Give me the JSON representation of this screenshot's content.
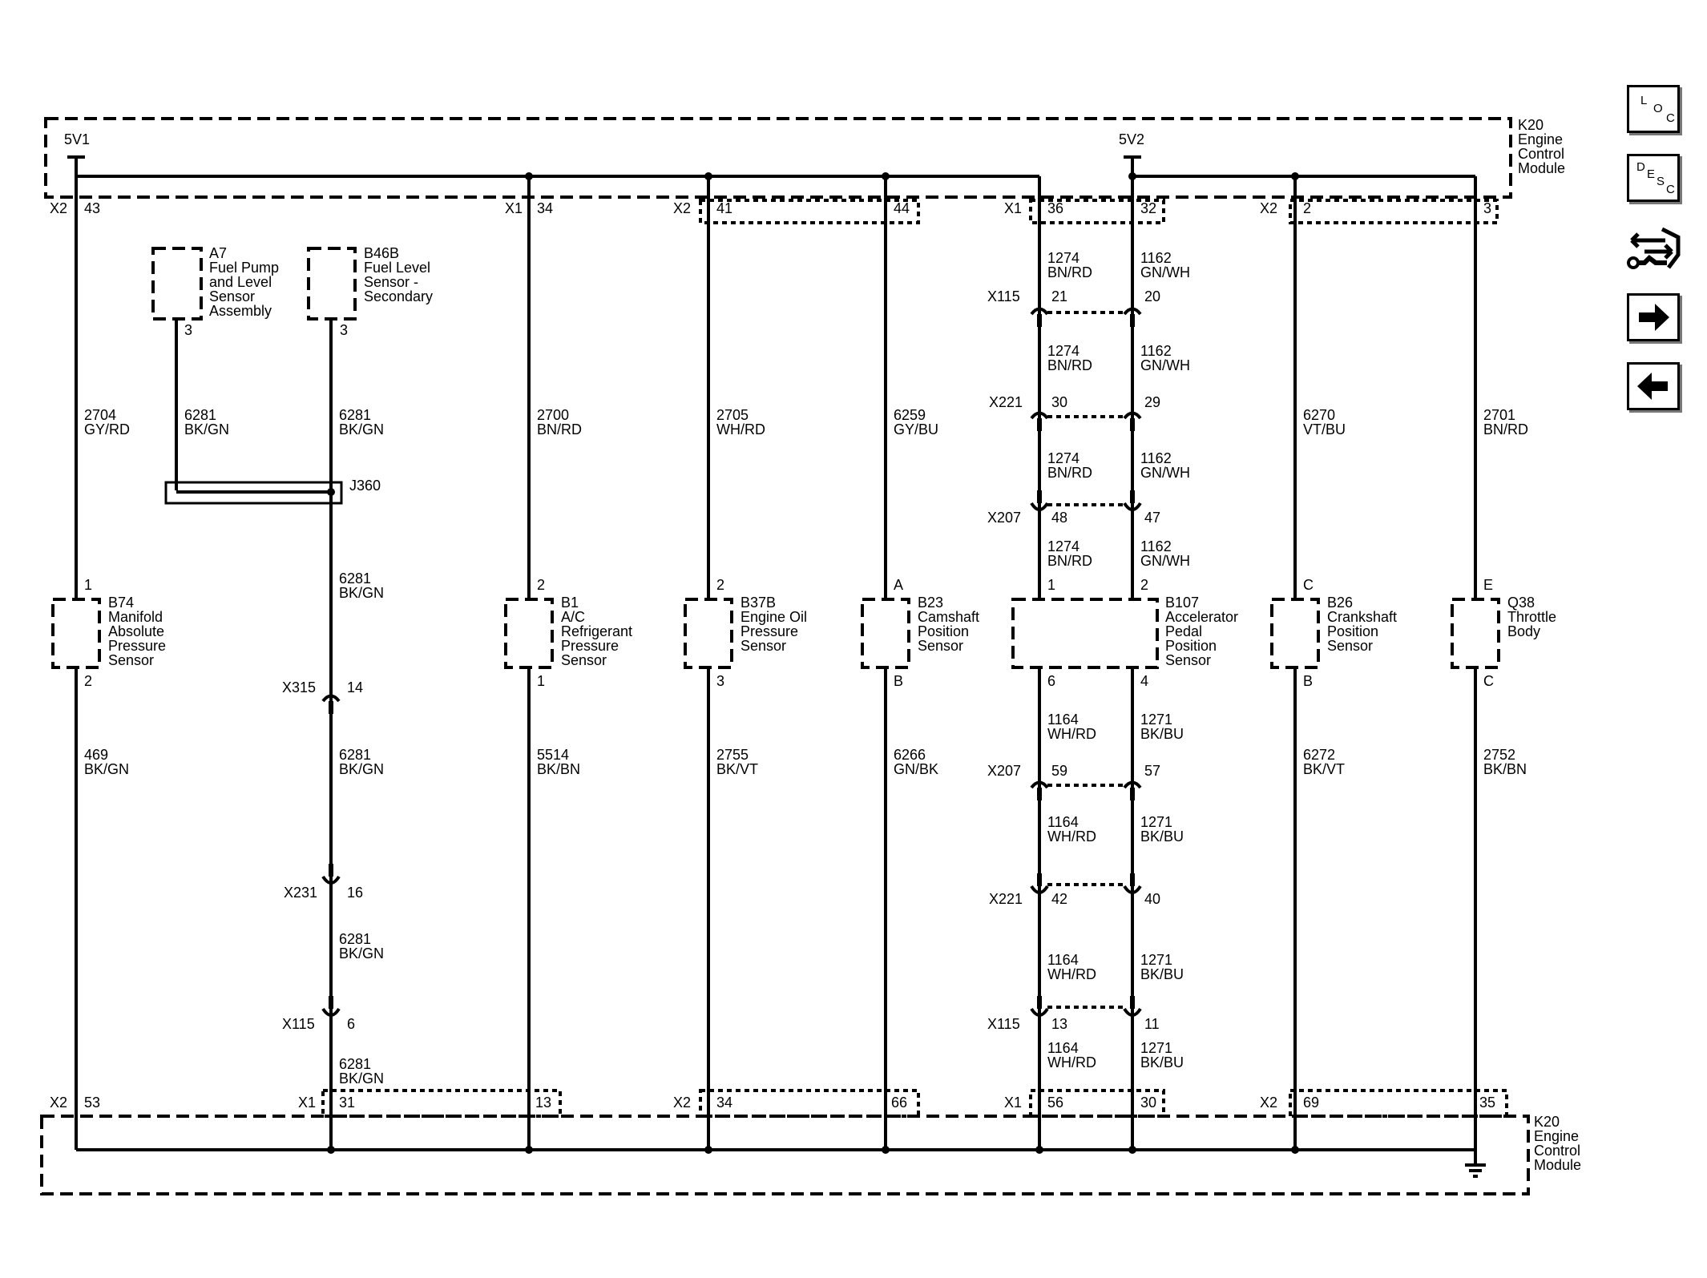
{
  "module": {
    "ref": "K20",
    "name_lines": [
      "Engine",
      "Control",
      "Module"
    ]
  },
  "supplies": {
    "v1": "5V1",
    "v2": "5V2"
  },
  "ecm_pins_top": [
    {
      "conn": "X2",
      "pin": "43"
    },
    {
      "conn": "X1",
      "pin": "34"
    },
    {
      "conn": "X2",
      "pin": "41"
    },
    {
      "pin": "44"
    },
    {
      "conn": "X1",
      "pin": "36"
    },
    {
      "pin": "32"
    },
    {
      "conn": "X2",
      "pin": "2"
    },
    {
      "pin": "3"
    }
  ],
  "ecm_pins_bottom": [
    {
      "conn": "X2",
      "pin": "53"
    },
    {
      "conn": "X1",
      "pin": "31"
    },
    {
      "pin": "13"
    },
    {
      "conn": "X2",
      "pin": "34"
    },
    {
      "pin": "66"
    },
    {
      "conn": "X1",
      "pin": "56"
    },
    {
      "pin": "30"
    },
    {
      "conn": "X2",
      "pin": "69"
    },
    {
      "pin": "35"
    }
  ],
  "fuel_components": [
    {
      "ref": "A7",
      "name_lines": [
        "Fuel Pump",
        "and Level",
        "Sensor",
        "Assembly"
      ],
      "pin": "3"
    },
    {
      "ref": "B46B",
      "name_lines": [
        "Fuel Level",
        "Sensor -",
        "Secondary"
      ],
      "pin": "3"
    }
  ],
  "splice": {
    "ref": "J360"
  },
  "sensors": [
    {
      "ref": "B74",
      "name_lines": [
        "Manifold",
        "Absolute",
        "Pressure",
        "Sensor"
      ],
      "pin_top": "1",
      "pin_bottom": "2"
    },
    {
      "ref": "B1",
      "name_lines": [
        "A/C",
        "Refrigerant",
        "Pressure",
        "Sensor"
      ],
      "pin_top": "2",
      "pin_bottom": "1"
    },
    {
      "ref": "B37B",
      "name_lines": [
        "Engine Oil",
        "Pressure",
        "Sensor"
      ],
      "pin_top": "2",
      "pin_bottom": "3"
    },
    {
      "ref": "B23",
      "name_lines": [
        "Camshaft",
        "Position",
        "Sensor"
      ],
      "pin_top": "A",
      "pin_bottom": "B"
    },
    {
      "ref": "B107",
      "name_lines": [
        "Accelerator",
        "Pedal",
        "Position",
        "Sensor"
      ],
      "pins_top": [
        "1",
        "2"
      ],
      "pins_bottom": [
        "6",
        "4"
      ]
    },
    {
      "ref": "B26",
      "name_lines": [
        "Crankshaft",
        "Position",
        "Sensor"
      ],
      "pin_top": "C",
      "pin_bottom": "B"
    },
    {
      "ref": "Q38",
      "name_lines": [
        "Throttle",
        "Body"
      ],
      "pin_top": "E",
      "pin_bottom": "C"
    }
  ],
  "wire_labels": [
    {
      "num": "2704",
      "color": "GY/RD"
    },
    {
      "num": "6281",
      "color": "BK/GN"
    },
    {
      "num": "6281",
      "color": "BK/GN"
    },
    {
      "num": "2700",
      "color": "BN/RD"
    },
    {
      "num": "2705",
      "color": "WH/RD"
    },
    {
      "num": "6259",
      "color": "GY/BU"
    },
    {
      "num": "6270",
      "color": "VT/BU"
    },
    {
      "num": "2701",
      "color": "BN/RD"
    },
    {
      "num": "6281",
      "color": "BK/GN"
    },
    {
      "num": "469",
      "color": "BK/GN"
    },
    {
      "num": "6281",
      "color": "BK/GN"
    },
    {
      "num": "5514",
      "color": "BK/BN"
    },
    {
      "num": "2755",
      "color": "BK/VT"
    },
    {
      "num": "6266",
      "color": "GN/BK"
    },
    {
      "num": "6272",
      "color": "BK/VT"
    },
    {
      "num": "2752",
      "color": "BK/BN"
    },
    {
      "num": "6281",
      "color": "BK/GN"
    },
    {
      "num": "6281",
      "color": "BK/GN"
    },
    {
      "num": "1274",
      "color": "BN/RD"
    },
    {
      "num": "1274",
      "color": "BN/RD"
    },
    {
      "num": "1274",
      "color": "BN/RD"
    },
    {
      "num": "1274",
      "color": "BN/RD"
    },
    {
      "num": "1162",
      "color": "GN/WH"
    },
    {
      "num": "1162",
      "color": "GN/WH"
    },
    {
      "num": "1162",
      "color": "GN/WH"
    },
    {
      "num": "1162",
      "color": "GN/WH"
    },
    {
      "num": "1164",
      "color": "WH/RD"
    },
    {
      "num": "1164",
      "color": "WH/RD"
    },
    {
      "num": "1164",
      "color": "WH/RD"
    },
    {
      "num": "1164",
      "color": "WH/RD"
    },
    {
      "num": "1271",
      "color": "BK/BU"
    },
    {
      "num": "1271",
      "color": "BK/BU"
    },
    {
      "num": "1271",
      "color": "BK/BU"
    },
    {
      "num": "1271",
      "color": "BK/BU"
    }
  ],
  "inline_connectors": [
    {
      "ref": "X315",
      "pin": "14"
    },
    {
      "ref": "X231",
      "pin": "16"
    },
    {
      "ref": "X115",
      "pin": "6"
    },
    {
      "ref": "X115",
      "pins": [
        "21",
        "20"
      ]
    },
    {
      "ref": "X221",
      "pins": [
        "30",
        "29"
      ]
    },
    {
      "ref": "X207",
      "pins": [
        "48",
        "47"
      ]
    },
    {
      "ref": "X207",
      "pins": [
        "59",
        "57"
      ]
    },
    {
      "ref": "X221",
      "pins": [
        "42",
        "40"
      ]
    },
    {
      "ref": "X115",
      "pins": [
        "13",
        "11"
      ]
    }
  ],
  "nav_buttons": [
    {
      "name": "loc-button",
      "letters": [
        "L",
        "O",
        "C"
      ]
    },
    {
      "name": "desc-button",
      "letters": [
        "D",
        "E",
        "S",
        "C"
      ]
    },
    {
      "name": "connector-wrench-icon"
    },
    {
      "name": "next-arrow-icon"
    },
    {
      "name": "back-arrow-icon"
    }
  ]
}
